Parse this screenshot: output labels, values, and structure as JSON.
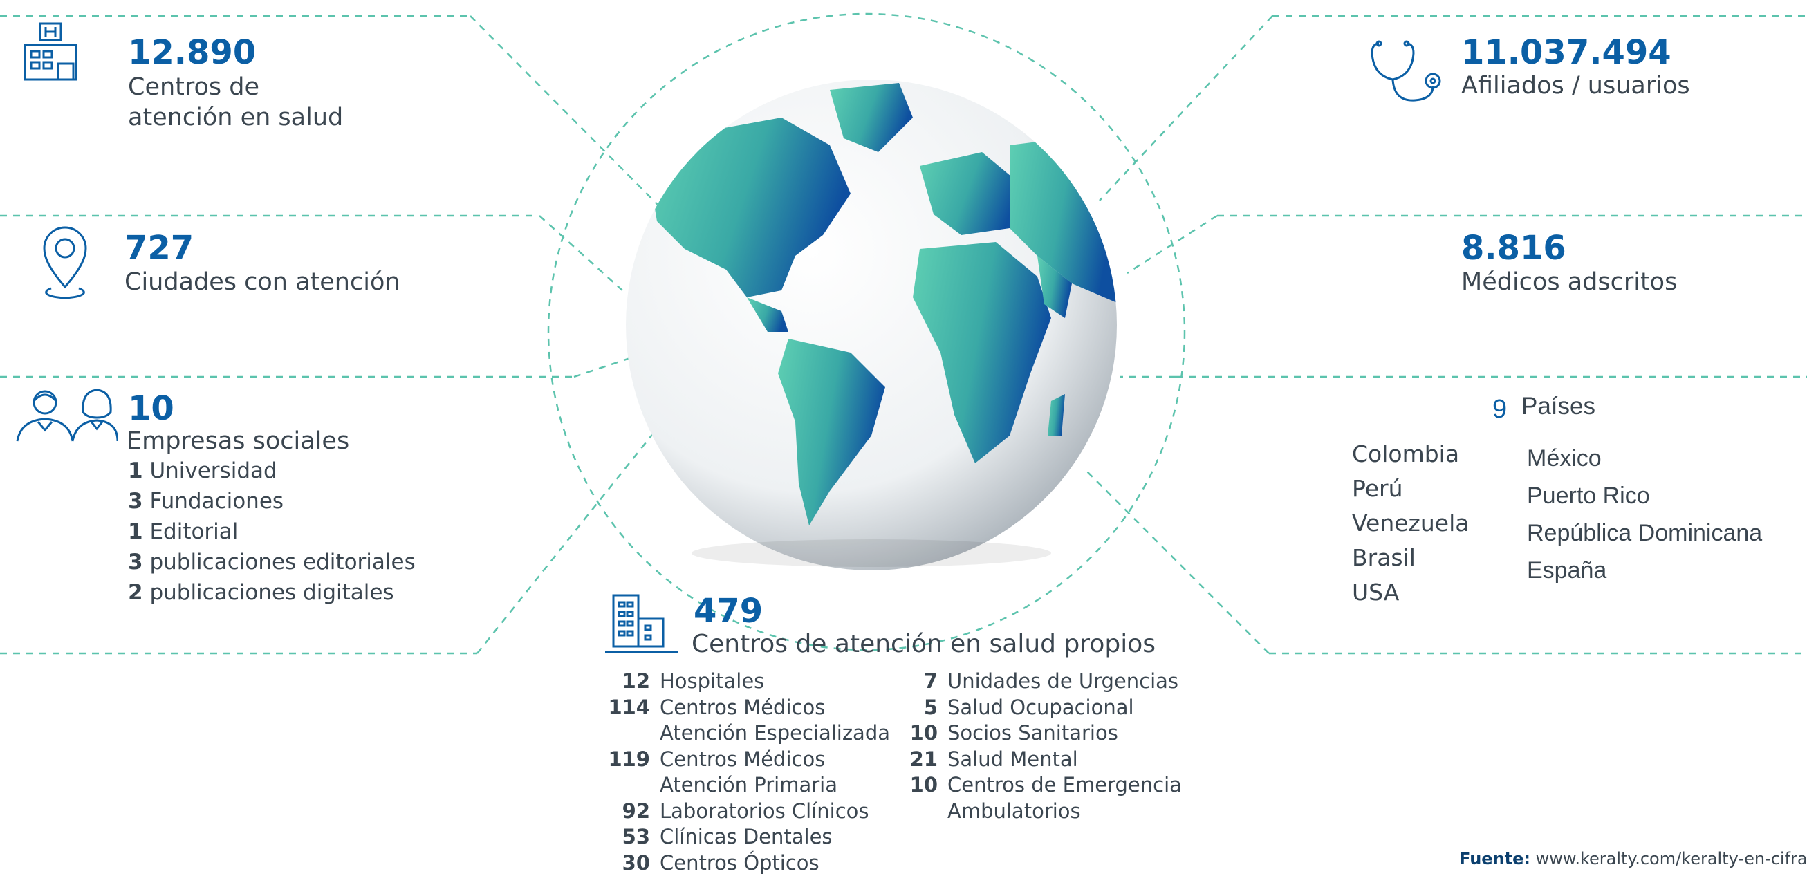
{
  "stats": {
    "centros": {
      "value": "12.890",
      "label_line1": "Centros de",
      "label_line2": "atención en salud"
    },
    "ciudades": {
      "value": "727",
      "label": "Ciudades con atención"
    },
    "empresas": {
      "value": "10",
      "label": "Empresas sociales",
      "items": [
        {
          "num": "1",
          "text": "Universidad"
        },
        {
          "num": "3",
          "text": "Fundaciones"
        },
        {
          "num": "1",
          "text": "Editorial"
        },
        {
          "num": "3",
          "text": "publicaciones editoriales"
        },
        {
          "num": "2",
          "text": "publicaciones digitales"
        }
      ]
    },
    "afiliados": {
      "value": "11.037.494",
      "label": "Afiliados / usuarios"
    },
    "medicos": {
      "value": "8.816",
      "label": "Médicos adscritos"
    },
    "paises": {
      "value": "9",
      "label": "Países",
      "col1": [
        "Colombia",
        "Perú",
        "Venezuela",
        "Brasil",
        "USA"
      ],
      "col2": [
        "México",
        "Puerto Rico",
        "República Dominicana",
        "España"
      ]
    },
    "propios": {
      "value": "479",
      "label": "Centros de atención en salud propios",
      "col1": [
        {
          "num": "12",
          "text": "Hospitales"
        },
        {
          "num": "114",
          "text": "Centros Médicos"
        },
        {
          "num": "",
          "text": "Atención Especializada"
        },
        {
          "num": "119",
          "text": "Centros Médicos"
        },
        {
          "num": "",
          "text": "Atención Primaria"
        },
        {
          "num": "92",
          "text": "Laboratorios Clínicos"
        },
        {
          "num": "53",
          "text": "Clínicas Dentales"
        },
        {
          "num": "30",
          "text": "Centros Ópticos"
        }
      ],
      "col2": [
        {
          "num": "7",
          "text": "Unidades de Urgencias"
        },
        {
          "num": "5",
          "text": "Salud Ocupacional"
        },
        {
          "num": "10",
          "text": "Socios Sanitarios"
        },
        {
          "num": "21",
          "text": "Salud Mental"
        },
        {
          "num": "10",
          "text": "Centros de Emergencia"
        },
        {
          "num": "",
          "text": "Ambulatorios"
        }
      ]
    }
  },
  "footer": {
    "label": "Fuente:",
    "url": "www.keralty.com/keralty-en-cifras"
  },
  "colors": {
    "accent": "#0b5fa5",
    "line": "#5cc3ad",
    "ocean_light": "#ffffff",
    "land": "#2fa8a0"
  },
  "icons": [
    "hospital-icon",
    "location-pin-icon",
    "people-icon",
    "stethoscope-icon",
    "building-icon",
    "globe-icon"
  ]
}
